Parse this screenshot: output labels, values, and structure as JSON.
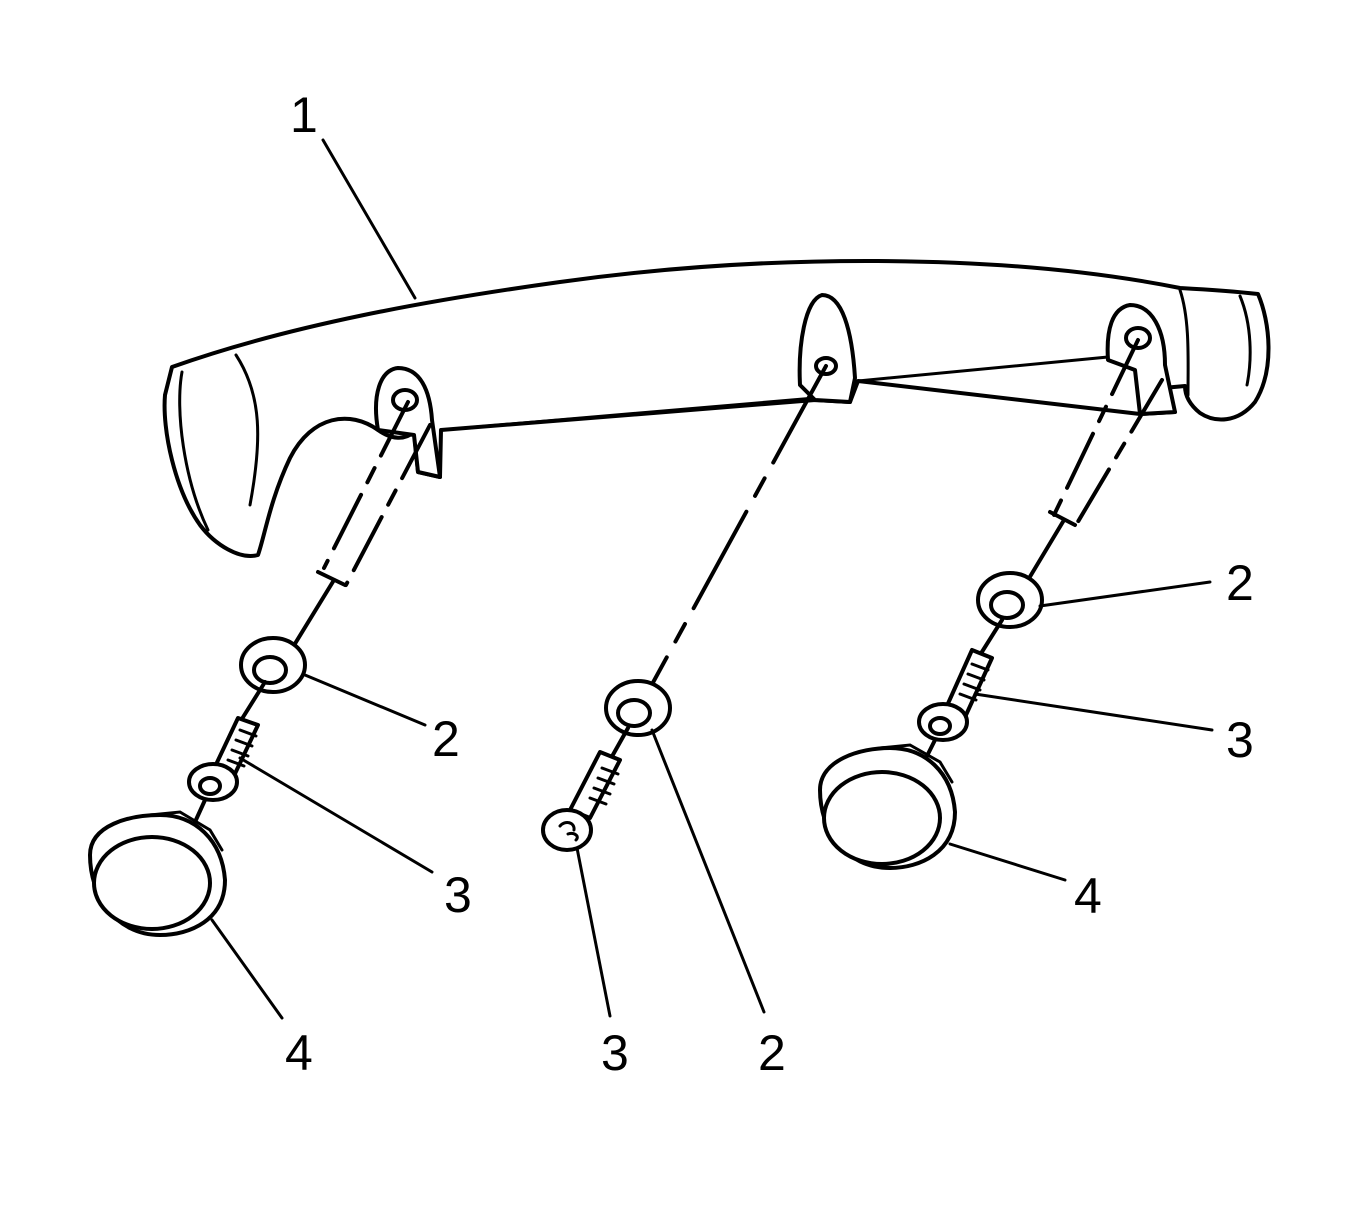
{
  "callouts": [
    {
      "id": "c1",
      "label": "1"
    },
    {
      "id": "c2a",
      "label": "2"
    },
    {
      "id": "c3a",
      "label": "3"
    },
    {
      "id": "c4a",
      "label": "4"
    },
    {
      "id": "c3b",
      "label": "3"
    },
    {
      "id": "c2b",
      "label": "2"
    },
    {
      "id": "c2c",
      "label": "2"
    },
    {
      "id": "c3c",
      "label": "3"
    },
    {
      "id": "c4c",
      "label": "4"
    }
  ]
}
